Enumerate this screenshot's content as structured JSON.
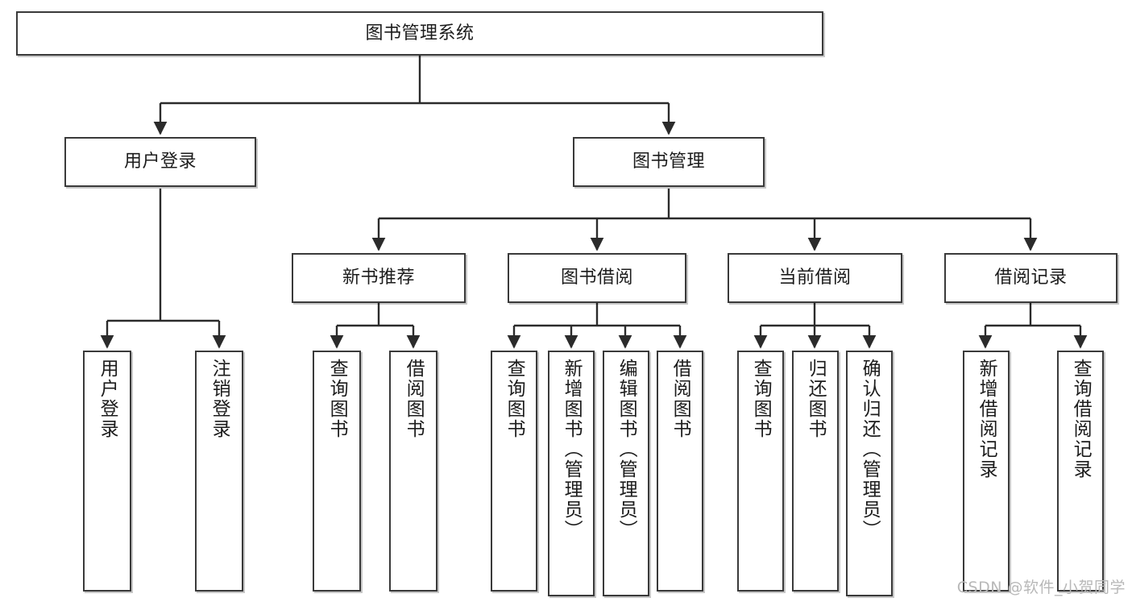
{
  "diagram": {
    "title": "图书管理系统",
    "root": {
      "label": "图书管理系统"
    },
    "level2": [
      {
        "label": "用户登录"
      },
      {
        "label": "图书管理"
      }
    ],
    "level3": [
      {
        "label": "新书推荐"
      },
      {
        "label": "图书借阅"
      },
      {
        "label": "当前借阅"
      },
      {
        "label": "借阅记录"
      }
    ],
    "leaves": {
      "user_login": [
        {
          "label": "用户登录"
        },
        {
          "label": "注销登录"
        }
      ],
      "new_book_recommend": [
        {
          "label": "查询图书"
        },
        {
          "label": "借阅图书"
        }
      ],
      "book_borrow": [
        {
          "label": "查询图书"
        },
        {
          "label": "新增图书（管理员）"
        },
        {
          "label": "编辑图书（管理员）"
        },
        {
          "label": "借阅图书"
        }
      ],
      "current_borrow": [
        {
          "label": "查询图书"
        },
        {
          "label": "归还图书"
        },
        {
          "label": "确认归还（管理员）"
        }
      ],
      "borrow_record": [
        {
          "label": "新增借阅记录"
        },
        {
          "label": "查询借阅记录"
        }
      ]
    }
  },
  "watermark": {
    "text": "CSDN @软件_小贺同学"
  },
  "colors": {
    "border": "#3a3a3a",
    "text": "#1c1c1c",
    "background": "#ffffff",
    "watermark": "#b8b8b8"
  }
}
